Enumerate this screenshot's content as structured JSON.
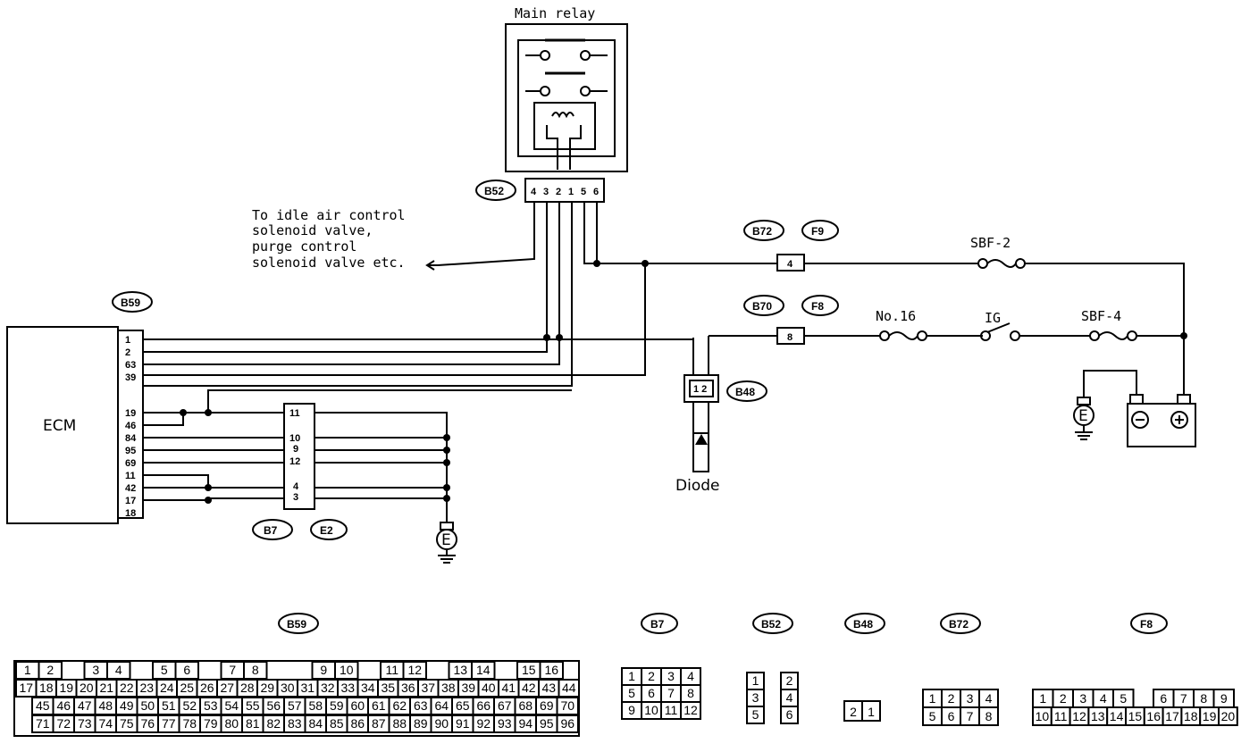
{
  "labels": {
    "main_relay": "Main relay",
    "ecm": "ECM",
    "diode": "Diode",
    "to_idle_1": "To idle air control",
    "to_idle_2": "solenoid valve,",
    "to_idle_3": "purge control",
    "to_idle_4": "solenoid valve etc.",
    "sbf2": "SBF-2",
    "sbf4": "SBF-4",
    "no16": "No.16",
    "ig": "IG",
    "ground": "E"
  },
  "connector_tags": {
    "b52": "B52",
    "b59": "B59",
    "b72": "B72",
    "f9": "F9",
    "b70": "B70",
    "f8": "F8",
    "b48": "B48",
    "b7": "B7",
    "e2": "E2"
  },
  "relay_pins": [
    "4",
    "3",
    "2",
    "1",
    "5",
    "6"
  ],
  "ecm_pins": [
    "1",
    "2",
    "63",
    "39",
    "19",
    "46",
    "84",
    "95",
    "69",
    "11",
    "42",
    "17",
    "18"
  ],
  "b7_pins": [
    "11",
    "10",
    "9",
    "12",
    "4",
    "3"
  ],
  "inline_pins": {
    "b72_f9": "4",
    "b70_f8": "8"
  },
  "b48_pins": "1 2",
  "faces": {
    "b59_title": "B59",
    "b59_row1": [
      "1",
      "2",
      "",
      "3",
      "4",
      "",
      "5",
      "6",
      "",
      "7",
      "8",
      "",
      "",
      "9",
      "10",
      "",
      "11",
      "12",
      "",
      "13",
      "14",
      "",
      "15",
      "16"
    ],
    "b59_row2": [
      "17",
      "18",
      "19",
      "20",
      "21",
      "22",
      "23",
      "24",
      "25",
      "26",
      "27",
      "28",
      "29",
      "30",
      "31",
      "32",
      "33",
      "34",
      "35",
      "36",
      "37",
      "38",
      "39",
      "40",
      "41",
      "42",
      "43",
      "44"
    ],
    "b59_row3": [
      "45",
      "46",
      "47",
      "48",
      "49",
      "50",
      "51",
      "52",
      "53",
      "54",
      "55",
      "56",
      "57",
      "58",
      "59",
      "60",
      "61",
      "62",
      "63",
      "64",
      "65",
      "66",
      "67",
      "68",
      "69",
      "70"
    ],
    "b59_row4": [
      "71",
      "72",
      "73",
      "74",
      "75",
      "76",
      "77",
      "78",
      "79",
      "80",
      "81",
      "82",
      "83",
      "84",
      "85",
      "86",
      "87",
      "88",
      "89",
      "90",
      "91",
      "92",
      "93",
      "94",
      "95",
      "96"
    ],
    "b7_title": "B7",
    "b7_rows": [
      [
        "1",
        "2",
        "3",
        "4"
      ],
      [
        "5",
        "6",
        "7",
        "8"
      ],
      [
        "9",
        "10",
        "11",
        "12"
      ]
    ],
    "b52_title": "B52",
    "b52_rows": [
      [
        "1",
        "",
        "2"
      ],
      [
        "3",
        "",
        "4"
      ],
      [
        "5",
        "",
        "6"
      ]
    ],
    "b48_title": "B48",
    "b48_cells": [
      "2",
      "1"
    ],
    "b72_title": "B72",
    "b72_rows": [
      [
        "1",
        "2",
        "3",
        "4"
      ],
      [
        "5",
        "6",
        "7",
        "8"
      ]
    ],
    "f8_title": "F8",
    "f8_row1": [
      "1",
      "2",
      "3",
      "4",
      "5",
      "",
      "6",
      "7",
      "8",
      "9"
    ],
    "f8_row2": [
      "10",
      "11",
      "12",
      "13",
      "14",
      "15",
      "16",
      "17",
      "18",
      "19",
      "20"
    ]
  }
}
